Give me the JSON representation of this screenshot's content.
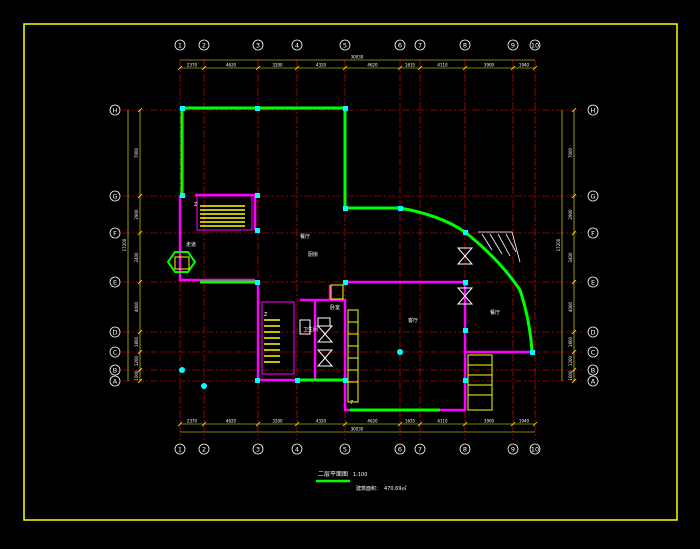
{
  "drawing": {
    "title": "二层平面图",
    "scale": "1:100",
    "area_label": "建筑面积：",
    "area_value": "470.69㎡",
    "room_labels": [
      "餐厅",
      "厨房",
      "客厅",
      "餐厅",
      "卧室",
      "卫生间",
      "走道",
      "Z",
      "Z",
      "7"
    ],
    "colors": {
      "background": "#000000",
      "frame": "#ffff00",
      "grid": "#ff0000",
      "wall_green": "#00ff00",
      "wall_magenta": "#ff00ff",
      "column": "#00ffff",
      "text": "#ffffff",
      "dim": "#ffff00"
    }
  },
  "axes_top": [
    "1",
    "2",
    "3",
    "4",
    "5",
    "6",
    "7",
    "8",
    "9",
    "10"
  ],
  "axes_bottom": [
    "1",
    "2",
    "3",
    "4",
    "5",
    "6",
    "7",
    "8",
    "9",
    "10"
  ],
  "axes_left": [
    "H",
    "G",
    "F",
    "E",
    "D",
    "C",
    "B",
    "A"
  ],
  "axes_right": [
    "H",
    "G",
    "F",
    "E",
    "D",
    "C",
    "B",
    "A"
  ],
  "dims_top_total": "30030",
  "dims_top": [
    "2370",
    "4620",
    "3200",
    "4320",
    "4620",
    "1635",
    "4110",
    "3900",
    "1940"
  ],
  "dims_bottom_total": "30030",
  "dims_bottom": [
    "2370",
    "4620",
    "3200",
    "4320",
    "4620",
    "1635",
    "4110",
    "3900",
    "1940"
  ],
  "dims_left_total": "17200",
  "dims_left": [
    "7000",
    "2900",
    "3400",
    "4000",
    "1800",
    "1200",
    "1000"
  ],
  "dims_right_total": "17200",
  "dims_right": [
    "7000",
    "2900",
    "3400",
    "4000",
    "1800",
    "1200",
    "1000"
  ]
}
